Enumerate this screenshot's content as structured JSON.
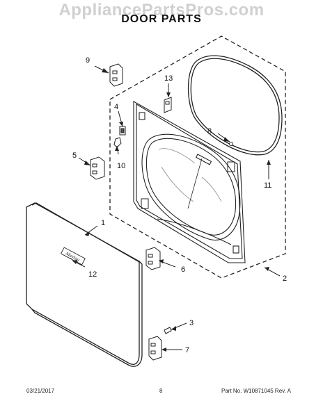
{
  "watermark": "AppliancePartsPros.com",
  "title": "DOOR PARTS",
  "footer": {
    "date": "03/21/2017",
    "page": "8",
    "part_number": "Part No. W10871045  Rev. A"
  },
  "badge_text": "Maytag",
  "callouts": [
    "1",
    "2",
    "3",
    "4",
    "5",
    "6",
    "7",
    "8",
    "9",
    "10",
    "11",
    "12",
    "13"
  ]
}
